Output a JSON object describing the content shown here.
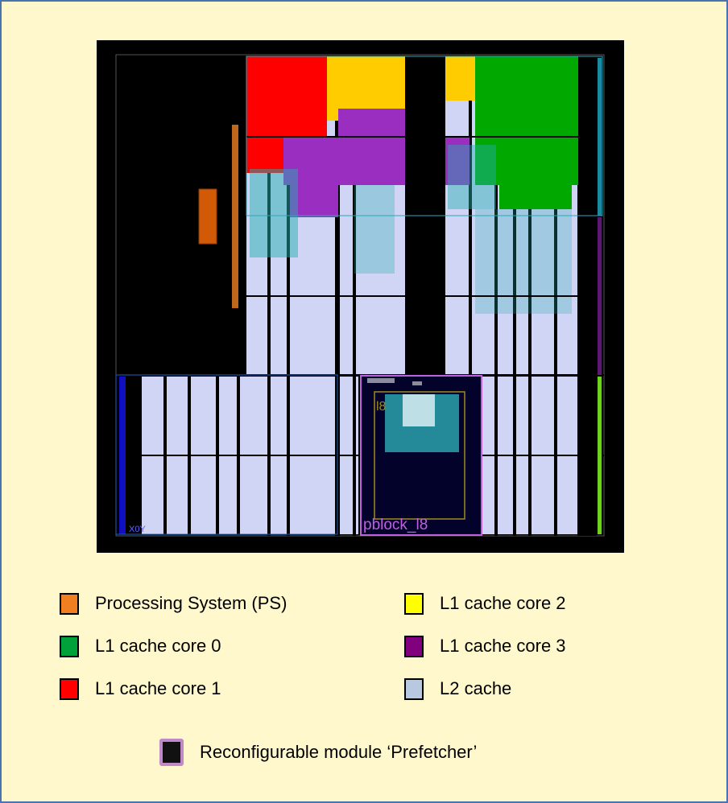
{
  "device_view": {
    "pblock_label": "pblock_l8",
    "pblock_short": "l8",
    "corner_label": "X0Y"
  },
  "legend": {
    "items": [
      {
        "label": "Processing System (PS)",
        "color": "#f07f22"
      },
      {
        "label": "L1 cache core 0",
        "color": "#00a03a"
      },
      {
        "label": "L1 cache core 1",
        "color": "#ff0000"
      },
      {
        "label": "L1 cache core 2",
        "color": "#ffff00"
      },
      {
        "label": "L1 cache core 3",
        "color": "#80007e"
      },
      {
        "label": "L2 cache",
        "color": "#b8c8e0"
      }
    ],
    "reconfigurable": {
      "label": "Reconfigurable module ‘Prefetcher’",
      "color": "#111111",
      "border": "#c08ac8"
    }
  }
}
